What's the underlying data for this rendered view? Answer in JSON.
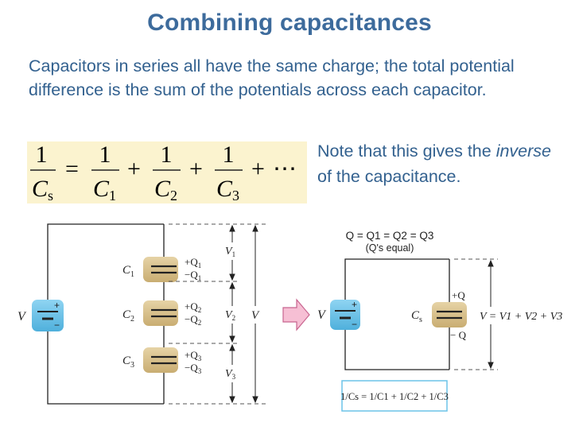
{
  "slide": {
    "title": "Combining capacitances",
    "intro": "Capacitors in series all have the same charge; the total potential difference is the sum of the potentials across each capacitor.",
    "note": {
      "before": "Note that this gives the",
      "emph": "inverse",
      "after": "of the capacitance."
    }
  },
  "formula": {
    "one": "1",
    "cs_base": "C",
    "cs_sub": "s",
    "c_base": "C",
    "c1_sub": "1",
    "c2_sub": "2",
    "c3_sub": "3",
    "equals": "=",
    "plus": "+",
    "ellipsis": "⋯"
  },
  "left_circuit": {
    "battery_label": "V",
    "battery_plus": "+",
    "battery_minus": "−",
    "capacitors": [
      {
        "label": "C",
        "sub": "1",
        "plus_q": "+Q",
        "minus_q": "−Q",
        "q_sub": "1",
        "voltage": "V",
        "v_sub": "1"
      },
      {
        "label": "C",
        "sub": "2",
        "plus_q": "+Q",
        "minus_q": "−Q",
        "q_sub": "2",
        "voltage": "V",
        "v_sub": "2"
      },
      {
        "label": "C",
        "sub": "3",
        "plus_q": "+Q",
        "minus_q": "−Q",
        "q_sub": "3",
        "voltage": "V",
        "v_sub": "3"
      }
    ],
    "total_voltage": "V"
  },
  "right_circuit": {
    "charge_line": "Q = Q1 = Q2 = Q3",
    "charge_note": "(Q's equal)",
    "battery_label": "V",
    "battery_plus": "+",
    "battery_minus": "−",
    "cap_label": "C",
    "cap_sub": "s",
    "plus_q": "+Q",
    "minus_q": "− Q",
    "voltage_relation": "V = V1 + V2 + V3",
    "formula_box": "1/Cs = 1/C1 + 1/C2 + 1/C3"
  },
  "colors": {
    "title": "#3d6b9c",
    "body_text": "#33618f",
    "formula_bg": "#fbf3cf",
    "capacitor_fill": "#d9c28e",
    "battery_fill": "#6cc3e8",
    "arrow_fill": "#f6bfd4",
    "arrow_stroke": "#c8648f",
    "formula_box_stroke": "#6cc3e8"
  }
}
